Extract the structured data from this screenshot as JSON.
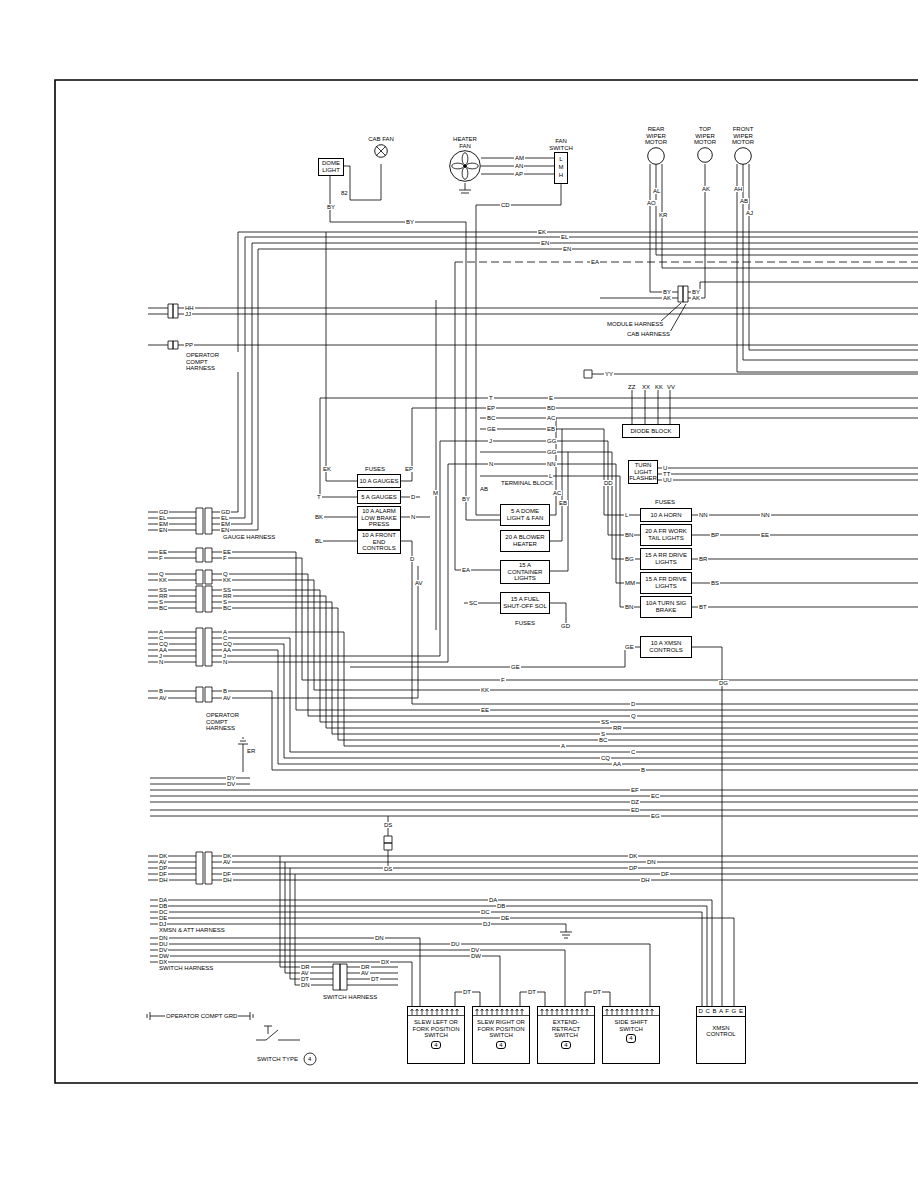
{
  "diagram": {
    "nodes": [
      {
        "text": [
          "DOME LIGHT"
        ]
      },
      {
        "text": [
          "CAB FAN"
        ]
      },
      {
        "text": [
          "HEATER FAN"
        ]
      },
      {
        "text": [
          "FAN SWITCH",
          "L M H"
        ]
      },
      {
        "text": [
          "REAR WIPER MOTOR"
        ]
      },
      {
        "text": [
          "TOP WIPER MOTOR"
        ]
      },
      {
        "text": [
          "FRONT WIPER MOTOR"
        ]
      },
      {
        "text": [
          "DIODE BLOCK"
        ]
      },
      {
        "text": [
          "TURN LIGHT FLASHER"
        ]
      },
      {
        "text": [
          "10 A GAUGES"
        ]
      },
      {
        "text": [
          "5 A GAUGES"
        ]
      },
      {
        "text": [
          "10 A ALARM LOW BRAKE PRESS"
        ]
      },
      {
        "text": [
          "10 A FRONT END CONTROLS"
        ]
      },
      {
        "text": [
          "5 A DOME LIGHT & FAN"
        ]
      },
      {
        "text": [
          "20 A BLOWER HEATER"
        ]
      },
      {
        "text": [
          "15 A CONTAINER LIGHTS"
        ]
      },
      {
        "text": [
          "15 A FUEL SHUT-OFF SOL"
        ]
      },
      {
        "text": [
          "10 A HORN"
        ]
      },
      {
        "text": [
          "20 A FR WORK TAIL LIGHTS"
        ]
      },
      {
        "text": [
          "15 A RR DRIVE LIGHTS"
        ]
      },
      {
        "text": [
          "15 A FR DRIVE LIGHTS"
        ]
      },
      {
        "text": [
          "10A TURN SIG BRAKE"
        ]
      },
      {
        "text": [
          "10 A XMSN CONTROLS"
        ]
      },
      {
        "text": [
          "SLEW LEFT OR FORK POSITION SWITCH",
          "4"
        ]
      },
      {
        "text": [
          "SLEW RIGHT OR FORK POSITION SWITCH",
          "4"
        ]
      },
      {
        "text": [
          "EXTEND-RETRACT SWITCH",
          "4"
        ]
      },
      {
        "text": [
          "SIDE SHIFT SWITCH",
          "4"
        ]
      },
      {
        "text": [
          "D C B A F G E",
          "XMSN CONTROL"
        ]
      }
    ],
    "edges": [
      {
        "from": 2,
        "to": 3,
        "arrow": "none",
        "label": "AM"
      },
      {
        "from": 2,
        "to": 3,
        "arrow": "none",
        "label": "AN"
      },
      {
        "from": 2,
        "to": 3,
        "arrow": "none",
        "label": "AP"
      },
      {
        "from": 3,
        "to": 13,
        "arrow": "none",
        "label": "CD"
      },
      {
        "from": 23,
        "to": 24,
        "arrow": "none",
        "label": "DT"
      },
      {
        "from": 24,
        "to": 25,
        "arrow": "none",
        "label": "DT"
      },
      {
        "from": 25,
        "to": 26,
        "arrow": "none",
        "label": "DT"
      },
      {
        "from": 22,
        "to": 27,
        "arrow": "none",
        "label": "DG"
      }
    ],
    "labels": [
      "82",
      "BY",
      "BY",
      "EK",
      "EL",
      "EN",
      "EN",
      "EA",
      "AO",
      "AL",
      "KR",
      "AK",
      "AH",
      "AB",
      "AJ",
      "BY",
      "AK",
      "BY",
      "AK",
      "MODULE HARNESS",
      "CAB HARNESS",
      "HH",
      "JJ",
      "PP",
      "OPERATOR COMPT HARNESS",
      "YY",
      "ZZ",
      "XX",
      "KK",
      "VV",
      "T",
      "E",
      "EP",
      "BD",
      "BC",
      "AC",
      "GE",
      "EB",
      "J",
      "GG",
      "GG",
      "N",
      "NN",
      "L",
      "TERMINAL BLOCK",
      "FUSES",
      "EK",
      "EP",
      "T",
      "BK",
      "BL",
      "D",
      "N",
      "M",
      "D",
      "AV",
      "BY",
      "AB",
      "EA",
      "AC",
      "EB",
      "SC",
      "GD",
      "FUSES",
      "U",
      "TT",
      "UU",
      "FUSES",
      "L",
      "BN",
      "DD",
      "BG",
      "MM",
      "BN",
      "NN",
      "BP",
      "BR",
      "BS",
      "BT",
      "NN",
      "EE",
      "GE",
      "GD",
      "EL",
      "EM",
      "EN",
      "GD",
      "EL",
      "EM",
      "EN",
      "GAUGE HARNESS",
      "EE",
      "F",
      "EE",
      "F",
      "Q",
      "KK",
      "Q",
      "KK",
      "SS",
      "RR",
      "S",
      "BC",
      "SS",
      "RR",
      "S",
      "BC",
      "A",
      "C",
      "CQ",
      "AA",
      "J",
      "N",
      "A",
      "C",
      "CQ",
      "AA",
      "J",
      "N",
      "B",
      "AV",
      "B",
      "AV",
      "OPERATOR COMPT HARNESS",
      "GE",
      "F",
      "KK",
      "EE",
      "D",
      "Q",
      "SS",
      "RR",
      "S",
      "BC",
      "A",
      "C",
      "CQ",
      "AA",
      "B",
      "ER",
      "DY",
      "DV",
      "EF",
      "EC",
      "DZ",
      "ED",
      "EG",
      "DS",
      "DS",
      "DK",
      "AV",
      "DP",
      "DF",
      "DH",
      "DK",
      "AV",
      "DF",
      "DH",
      "DK",
      "DN",
      "DP",
      "DF",
      "DH",
      "DA",
      "DB",
      "DC",
      "DE",
      "DJ",
      "XMSN & ATT HARNESS",
      "DA",
      "DB",
      "DC",
      "DE",
      "DJ",
      "DN",
      "DU",
      "DV",
      "DW",
      "DX",
      "SWITCH HARNESS",
      "DN",
      "DU",
      "DV",
      "DW",
      "DX",
      "DR",
      "AV",
      "DT",
      "DN",
      "DR",
      "AV",
      "DT",
      "SWITCH HARNESS",
      "OPERATOR COMPT GRD",
      "SWITCH TYPE",
      "4"
    ]
  }
}
